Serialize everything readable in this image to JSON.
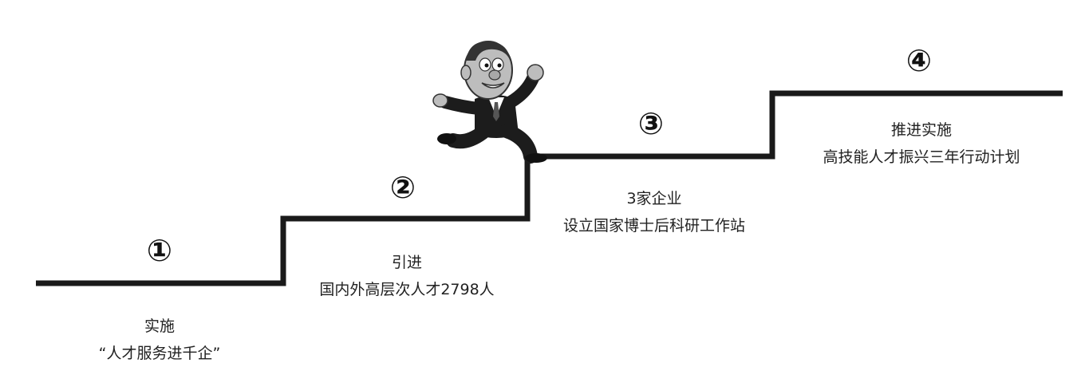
{
  "steps": [
    {
      "number": "①",
      "line1": "实施",
      "line2": "“人才服务进千企”"
    },
    {
      "number": "②",
      "line1": "引进",
      "line2": "国内外高层次人才2798人"
    },
    {
      "number": "③",
      "line1": "3家企业",
      "line2": "设立国家博士后科研工作站"
    },
    {
      "number": "④",
      "line1": "推进实施",
      "line2": "高技能人才振兴三年行动计划"
    }
  ],
  "colors": {
    "stair_line": "#1a1a1a",
    "text": "#222222",
    "figure_suit": "#1c1c1c",
    "figure_skin": "#bdbdbd"
  },
  "icons": {
    "figure": "running-businessman-icon"
  }
}
